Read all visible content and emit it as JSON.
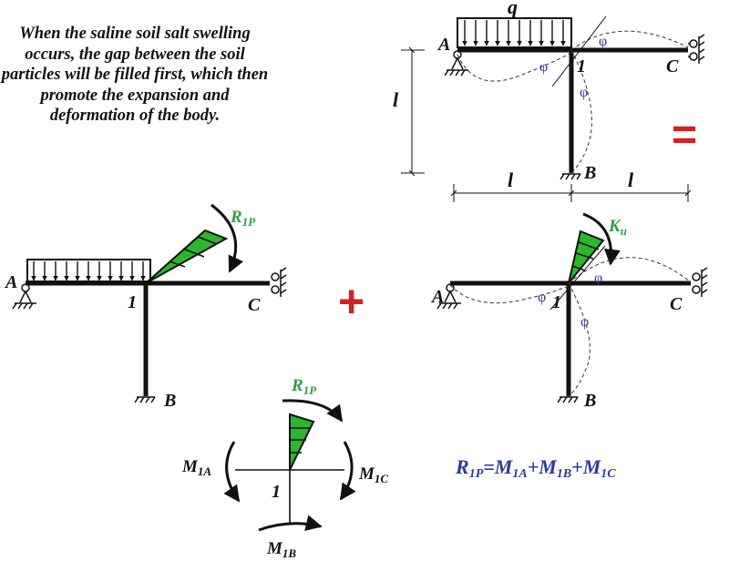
{
  "caption": "When the saline soil salt swelling occurs, the gap between the soil particles will be filled first, which then promote the expansion and deformation of the body.",
  "labels": {
    "A": "A",
    "B": "B",
    "C": "C",
    "node": "1",
    "q": "q",
    "l": "l",
    "phi": "φ",
    "R": "R",
    "R_sub": "1P",
    "K": "K",
    "K_sub": "u",
    "M": "M",
    "M1A_sub": "1A",
    "M1B_sub": "1B",
    "M1C_sub": "1C"
  },
  "symbols": {
    "equals": "=",
    "plus": "+"
  },
  "equation": {
    "r": "R",
    "r_sub": "1P",
    "eq": "=",
    "m": "M",
    "plus": "+",
    "a_sub": "1A",
    "b_sub": "1B",
    "c_sub": "1C"
  },
  "colors": {
    "text": "#111111",
    "green_label": "#2ea043",
    "green_fill": "#2db52d",
    "blue": "#2b3a9c",
    "red": "#d42020"
  }
}
